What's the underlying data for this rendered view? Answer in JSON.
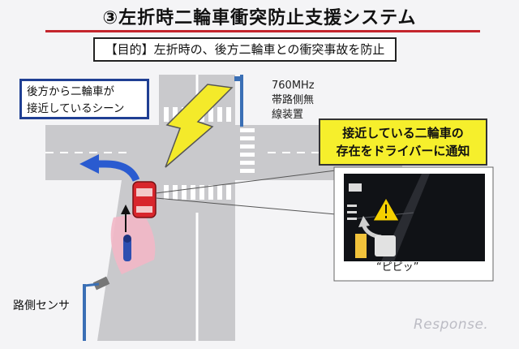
{
  "title": "③左折時二輪車衝突防止支援システム",
  "purpose": "【目的】左折時の、後方二輪車との衝突事故を防止",
  "scene_label_line1": "後方から二輪車が",
  "scene_label_line2": "接近しているシーン",
  "radio_line1": "760MHz",
  "radio_line2": "帯路側無",
  "radio_line3": "線装置",
  "notify_line1": "接近している二輪車の",
  "notify_line2": "存在をドライバーに通知",
  "roadside_sensor": "路側センサ",
  "beep": "“ピピッ”",
  "watermark": "Response.",
  "colors": {
    "title_rule": "#c4252d",
    "box_border": "#1f3f93",
    "notify_bg": "#f6ef2c",
    "car": "#d8262c",
    "sensor_zone": "#f2b7c6",
    "lightning": "#f4ea2a",
    "pole": "#3a6fb5"
  }
}
